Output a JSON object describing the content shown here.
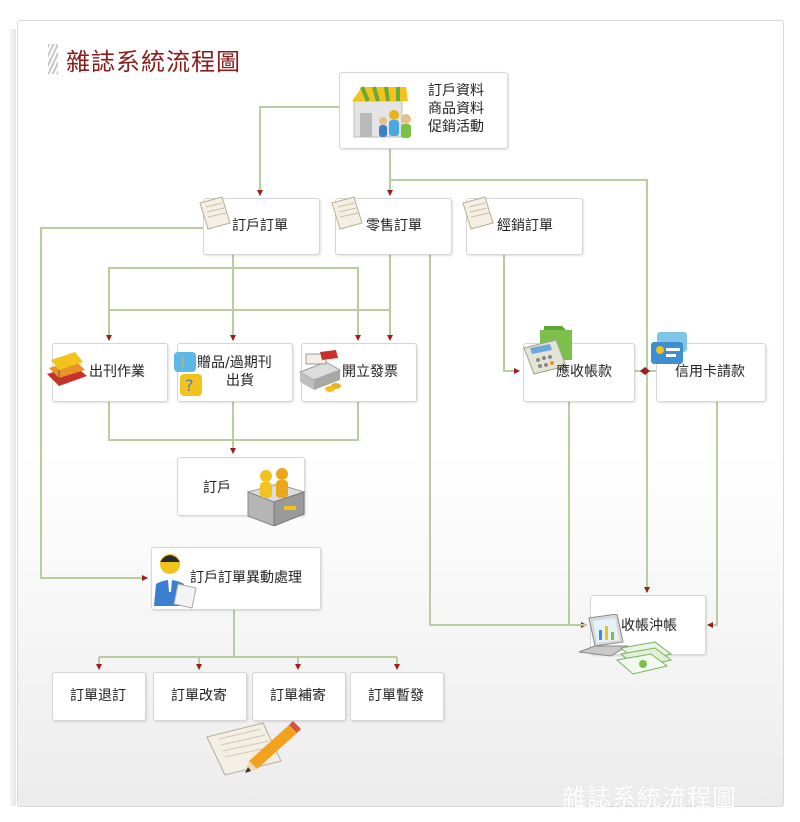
{
  "title": "雜誌系統流程圖",
  "watermark": "雜誌系統流程圖",
  "colors": {
    "line": "#b7cf9e",
    "arrow": "#9e1e1e",
    "title": "#8a1c1c"
  },
  "nodes": {
    "master_data": [
      "訂戶資料",
      "商品資料",
      "促銷活動"
    ],
    "subscriber_order": "訂戶訂單",
    "retail_order": "零售訂單",
    "dealer_order": "經銷訂單",
    "publishing": "出刊作業",
    "gift_back_issue": [
      "贈品/過期刊",
      "出貨"
    ],
    "invoice": "開立發票",
    "receivable": "應收帳款",
    "credit_card": "信用卡請款",
    "subscriber": "訂戶",
    "order_change": "訂戶訂單異動處理",
    "reconciliation": "收帳沖帳",
    "cancel_order": "訂單退訂",
    "change_address": "訂單改寄",
    "resend_order": "訂單補寄",
    "suspend_order": "訂單暫發"
  },
  "icons": [
    "store-icon",
    "document-icon",
    "books-icon",
    "gift-question-icon",
    "cash-register-icon",
    "folder-calculator-icon",
    "credit-card-icon",
    "box-people-icon",
    "person-icon",
    "laptop-money-icon",
    "paper-pencil-icon"
  ]
}
